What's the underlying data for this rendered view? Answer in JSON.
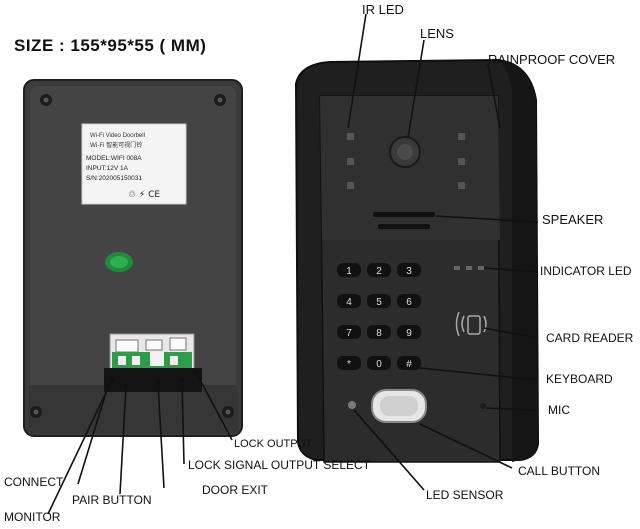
{
  "size_title": "SIZE : 155*95*55 ( MM)",
  "sticker": {
    "line1": "Wi-Fi  Video Doorbell",
    "line2": "Wi-Fi 智能可视门铃",
    "line3": "MODEL:WIFI 008A",
    "line4": "INPUT:12V  1A",
    "line5": "S/N:202005150031",
    "marks": "♲ ⚡ CE"
  },
  "keypad": [
    "1",
    "2",
    "3",
    "4",
    "5",
    "6",
    "7",
    "8",
    "9",
    "*",
    "0",
    "#"
  ],
  "labels": {
    "ir_led": "IR LED",
    "lens": "LENS",
    "rainproof_cover": "RAINPROOF COVER",
    "speaker": "SPEAKER",
    "indicator_led": "INDICATOR LED",
    "card_reader": "CARD READER",
    "keyboard": "KEYBOARD",
    "mic": "MIC",
    "call_button": "CALL BUTTON",
    "led_sensor": "LED SENSOR",
    "lock_output": "LOCK OUTPUT",
    "lock_signal_output_select": "LOCK SIGNAL OUTPUT SELECT",
    "door_exit": "DOOR EXIT",
    "pair_button": "PAIR BUTTON",
    "connect": "CONNECT",
    "monitor": "MONITOR"
  },
  "colors": {
    "device_body": "#3a3a3a",
    "panel": "#2b2b2b",
    "terminal_green": "#1e8a3a",
    "pcb_green": "#2fa04a"
  }
}
